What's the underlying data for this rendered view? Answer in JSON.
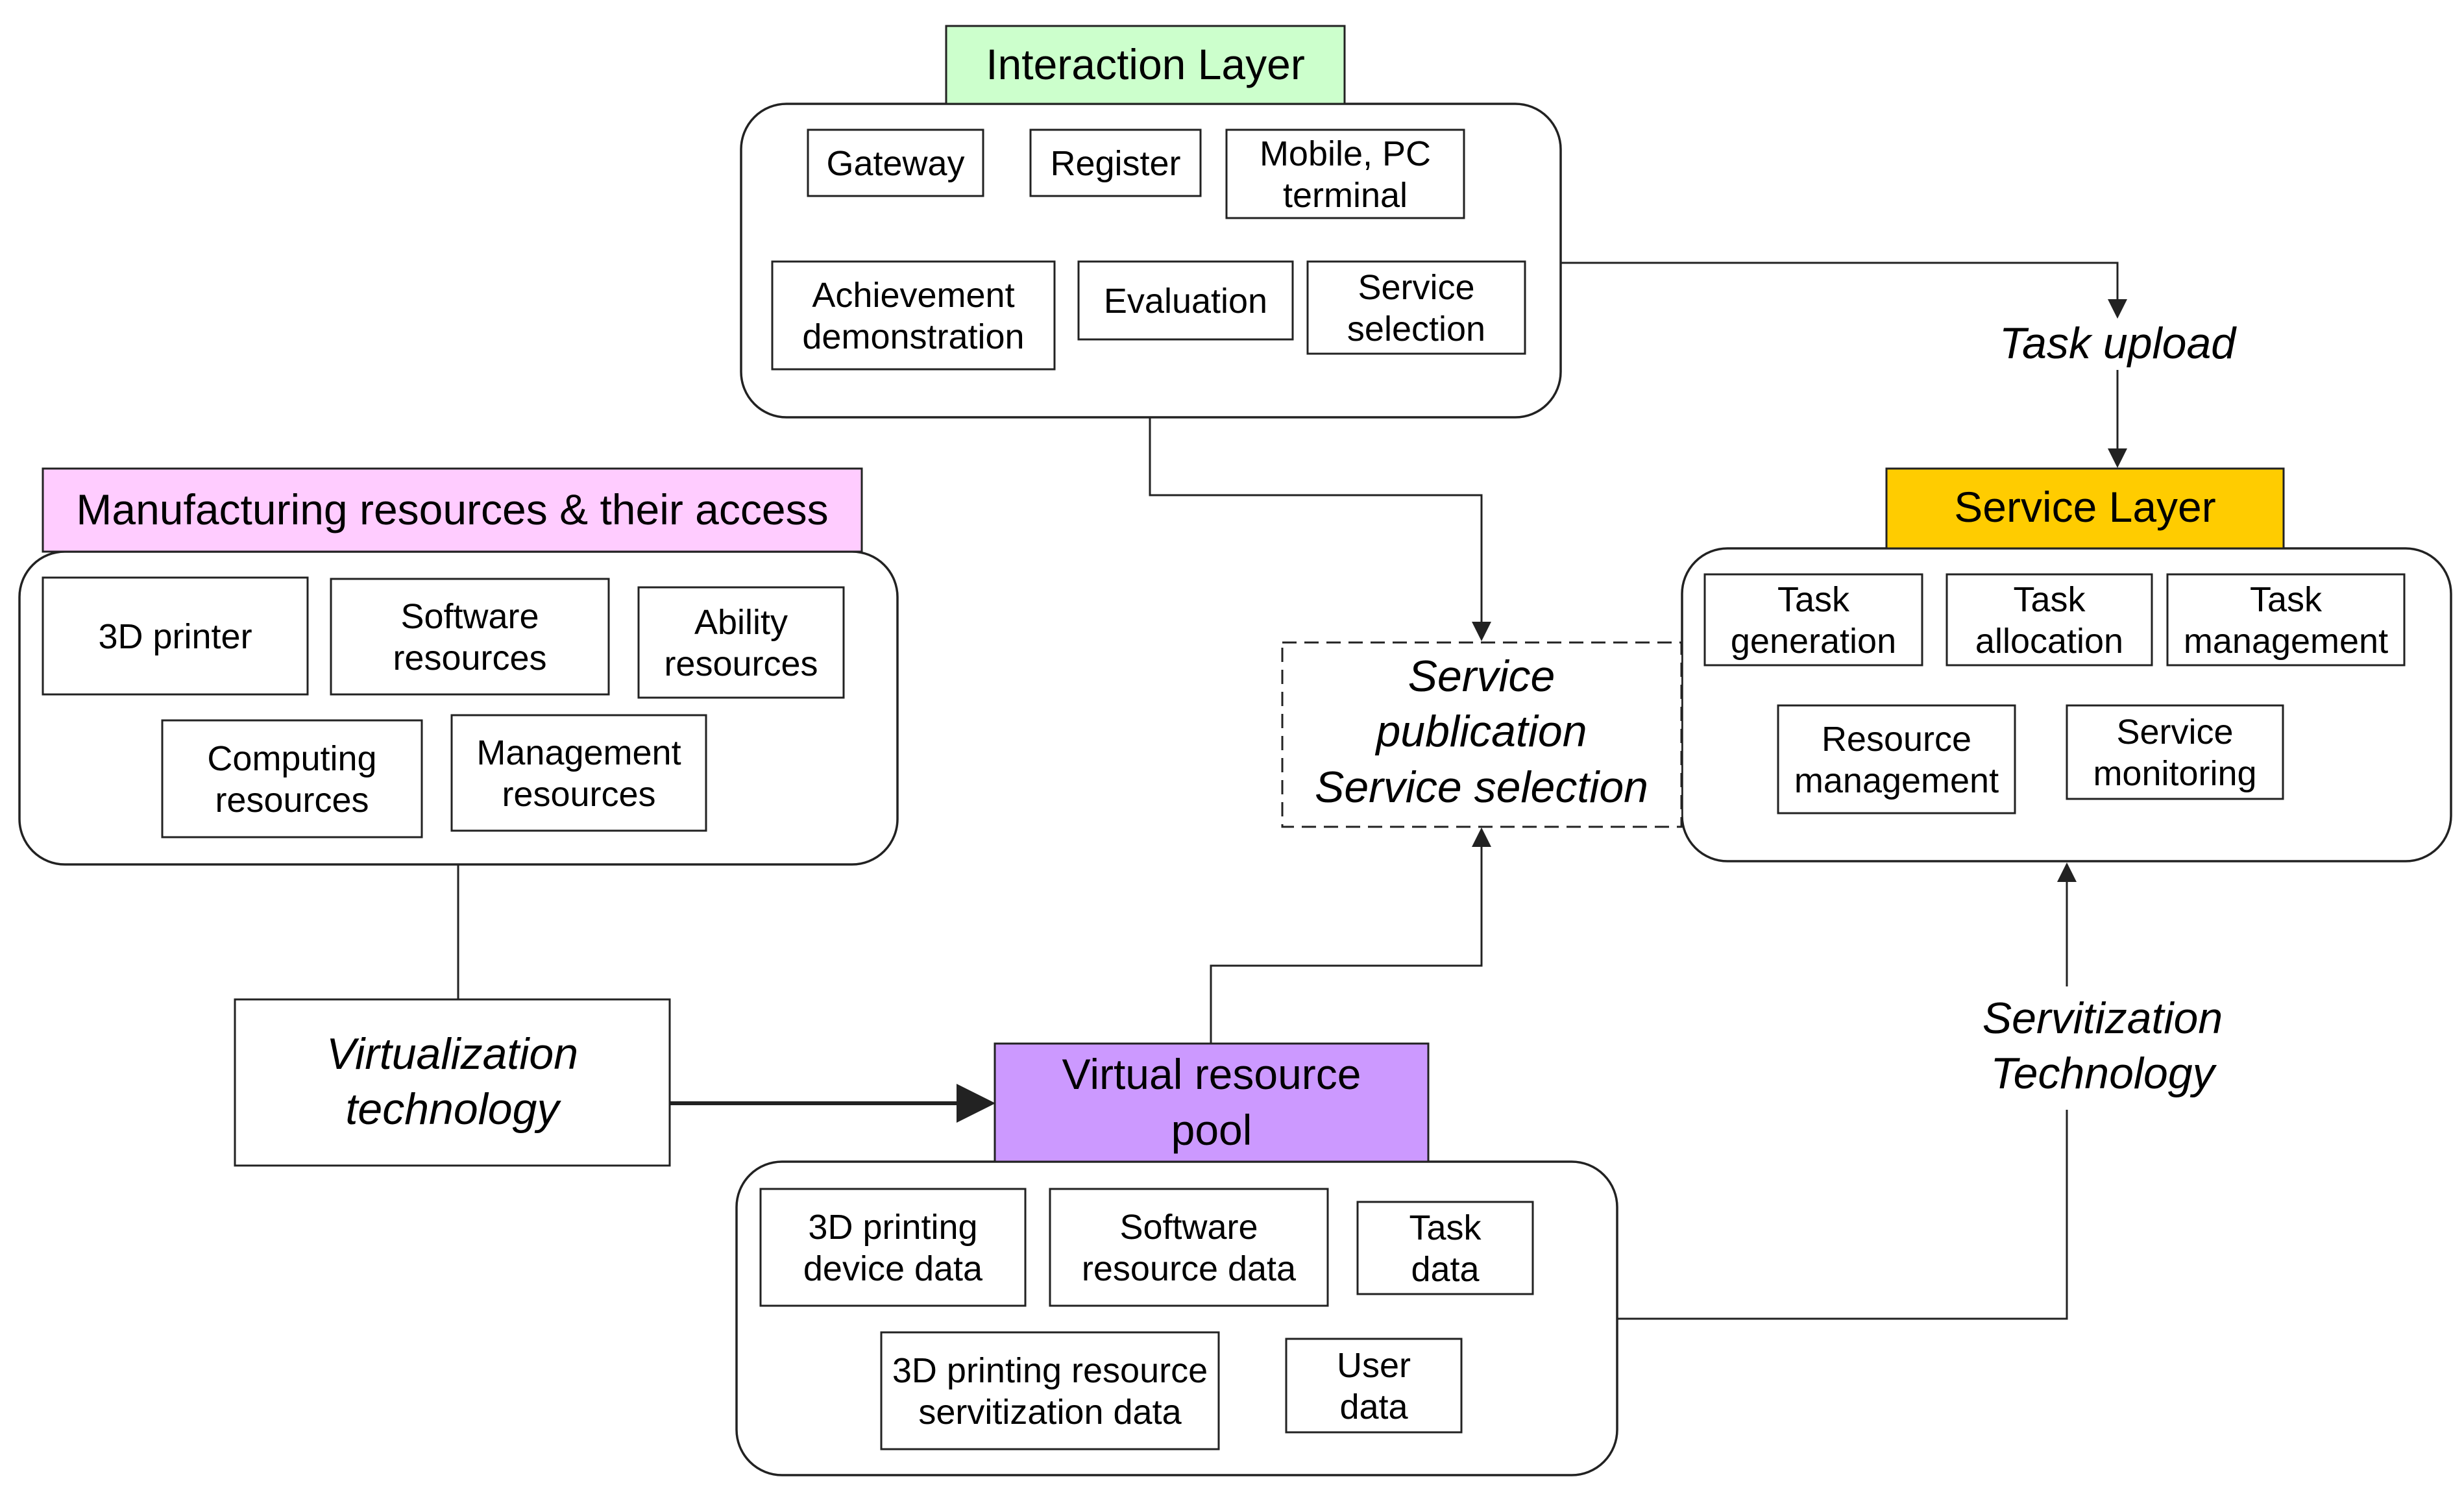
{
  "interaction_layer": {
    "title": "Interaction Layer",
    "items": [
      "Gateway",
      "Register",
      [
        "Mobile, PC",
        "terminal"
      ],
      [
        "Achievement",
        "demonstration"
      ],
      "Evaluation",
      [
        "Service",
        "selection"
      ]
    ],
    "color": "#ccffcc"
  },
  "manufacturing": {
    "title": "Manufacturing resources & their access",
    "items": [
      "3D printer",
      [
        "Software",
        "resources"
      ],
      [
        "Ability",
        "resources"
      ],
      [
        "Computing",
        "resources"
      ],
      [
        "Management",
        "resources"
      ]
    ],
    "color": "#ffccff"
  },
  "service_layer": {
    "title": "Service Layer",
    "items": [
      [
        "Task",
        "generation"
      ],
      [
        "Task",
        "allocation"
      ],
      [
        "Task",
        "management"
      ],
      [
        "Resource",
        "management"
      ],
      [
        "Service",
        "monitoring"
      ]
    ],
    "color": "#ffcc00"
  },
  "virtual_pool": {
    "title": [
      "Virtual resource",
      "pool"
    ],
    "items": [
      [
        "3D printing",
        "device data"
      ],
      [
        "Software",
        "resource data"
      ],
      [
        "Task",
        "data"
      ],
      [
        "3D printing resource",
        "servitization data"
      ],
      [
        "User",
        "data"
      ]
    ],
    "color": "#cc99ff"
  },
  "center": {
    "lines": [
      "Service",
      "publication",
      "Service selection"
    ]
  },
  "virtualization": {
    "lines": [
      "Virtualization",
      "technology"
    ]
  },
  "task_upload": "Task upload",
  "servitization": [
    "Servitization",
    "Technology"
  ]
}
